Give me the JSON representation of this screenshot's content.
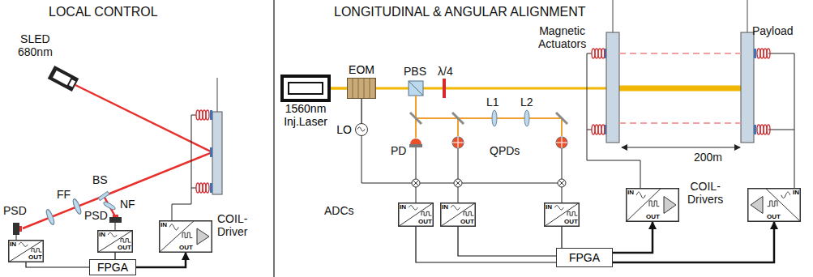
{
  "diagram": {
    "nodes": [
      {
        "text": [
          "IN",
          "OUT"
        ]
      },
      {
        "text": [
          "IN",
          "OUT"
        ]
      },
      {
        "text": [
          "FPGA"
        ]
      },
      {
        "text": [
          "IN",
          "OUT"
        ]
      },
      {
        "text": [
          "1560nm Inj.Laser"
        ]
      },
      {
        "text": [
          "EOM"
        ]
      },
      {
        "text": [
          "LO"
        ]
      },
      {
        "text": [
          "IN",
          "OUT"
        ]
      },
      {
        "text": [
          "IN",
          "OUT"
        ]
      },
      {
        "text": [
          "IN",
          "OUT"
        ]
      },
      {
        "text": [
          "FPGA"
        ]
      },
      {
        "text": [
          "IN",
          "OUT"
        ]
      },
      {
        "text": [
          "IN",
          "OUT"
        ]
      }
    ],
    "edges": [
      {
        "from": 0,
        "to": 2,
        "arrow": "none"
      },
      {
        "from": 1,
        "to": 2,
        "arrow": "none"
      },
      {
        "from": 2,
        "to": 3,
        "arrow": "to"
      },
      {
        "from": 4,
        "to": 5,
        "arrow": "none"
      },
      {
        "from": 5,
        "to": 6,
        "arrow": "none"
      },
      {
        "from": 7,
        "to": 10,
        "arrow": "none"
      },
      {
        "from": 8,
        "to": 10,
        "arrow": "none"
      },
      {
        "from": 9,
        "to": 10,
        "arrow": "none"
      },
      {
        "from": 10,
        "to": 11,
        "arrow": "to"
      },
      {
        "from": 10,
        "to": 12,
        "arrow": "to"
      }
    ],
    "labels": [
      "LOCAL CONTROL",
      "LONGITUDINAL & ANGULAR ALIGNMENT",
      "SLED 680nm",
      "FF",
      "BS",
      "PSD",
      "NF",
      "PSD",
      "COIL- Driver",
      "Magnetic Actuators",
      "Payload",
      "PBS",
      "λ/4",
      "L1",
      "L2",
      "PD",
      "QPDs",
      "ADCs",
      "200m",
      "COIL- Drivers"
    ]
  }
}
